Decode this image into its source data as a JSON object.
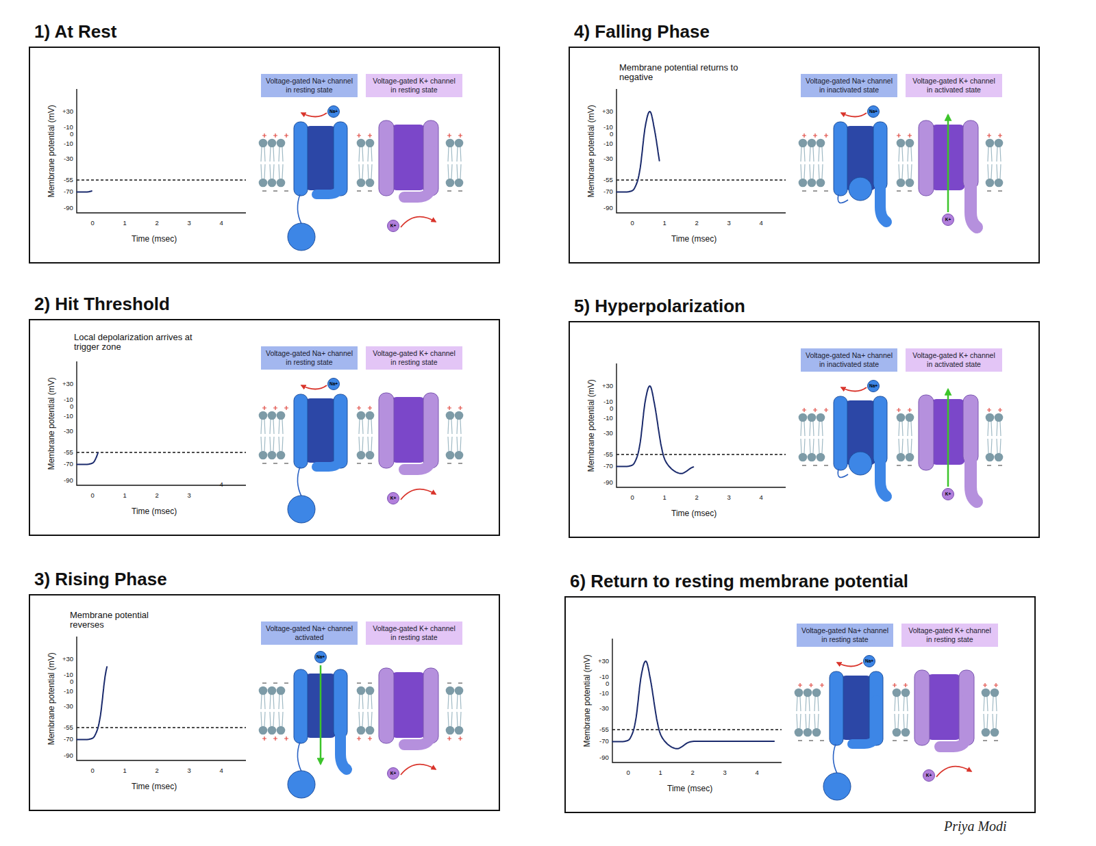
{
  "diagram": {
    "nodes": [
      {
        "text": [
          "1) At Rest"
        ]
      },
      {
        "text": [
          "Voltage-gated Na+ channel in resting state"
        ],
        "in": 0
      },
      {
        "text": [
          "Voltage-gated K+ channel in resting state"
        ],
        "in": 0
      },
      {
        "text": [
          "Na+"
        ],
        "in": 0
      },
      {
        "text": [
          "K+"
        ],
        "in": 0
      },
      {
        "text": [
          "2) Hit Threshold",
          "Local depolarization arrives at trigger zone"
        ]
      },
      {
        "text": [
          "Voltage-gated Na+ channel in resting state"
        ],
        "in": 5
      },
      {
        "text": [
          "Voltage-gated K+ channel in resting state"
        ],
        "in": 5
      },
      {
        "text": [
          "Na+"
        ],
        "in": 5
      },
      {
        "text": [
          "K+"
        ],
        "in": 5
      },
      {
        "text": [
          "3) Rising Phase",
          "Membrane potential reverses"
        ]
      },
      {
        "text": [
          "Voltage-gated Na+ channel activated"
        ],
        "in": 10
      },
      {
        "text": [
          "Voltage-gated K+ channel in resting state"
        ],
        "in": 10
      },
      {
        "text": [
          "Na+"
        ],
        "in": 10
      },
      {
        "text": [
          "K+"
        ],
        "in": 10
      },
      {
        "text": [
          "4) Falling Phase",
          "Membrane potential returns to negative"
        ]
      },
      {
        "text": [
          "Voltage-gated Na+ channel in inactivated state"
        ],
        "in": 15
      },
      {
        "text": [
          "Voltage-gated K+ channel in activated state"
        ],
        "in": 15
      },
      {
        "text": [
          "Na+"
        ],
        "in": 15
      },
      {
        "text": [
          "K+"
        ],
        "in": 15
      },
      {
        "text": [
          "5) Hyperpolarization"
        ]
      },
      {
        "text": [
          "Voltage-gated Na+ channel in inactivated state"
        ],
        "in": 20
      },
      {
        "text": [
          "Voltage-gated K+ channel in activated state"
        ],
        "in": 20
      },
      {
        "text": [
          "Na+"
        ],
        "in": 20
      },
      {
        "text": [
          "K+"
        ],
        "in": 20
      },
      {
        "text": [
          "6) Return to resting membrane potential"
        ]
      },
      {
        "text": [
          "Voltage-gated Na+ channel in resting state"
        ],
        "in": 25
      },
      {
        "text": [
          "Voltage-gated K+ channel in resting state"
        ],
        "in": 25
      },
      {
        "text": [
          "Na+"
        ],
        "in": 25
      },
      {
        "text": [
          "K+"
        ],
        "in": 25
      }
    ],
    "labels": [
      "Membrane potential (mV)",
      "+30",
      "-10",
      "0",
      "-10",
      "-30",
      "-55",
      "-70",
      "-90",
      "0",
      "1",
      "2",
      "3",
      "4",
      "Time (msec)",
      "Membrane potential (mV)",
      "+30",
      "-10",
      "0",
      "-10",
      "-30",
      "-55",
      "-70",
      "-90",
      "0",
      "1",
      "2",
      "3",
      "4",
      "Time (msec)",
      "Membrane potential (mV)",
      "+30",
      "-10",
      "0",
      "-10",
      "-30",
      "-55",
      "-70",
      "-90",
      "0",
      "1",
      "2",
      "3",
      "4",
      "Time (msec)",
      "Membrane potential (mV)",
      "+30",
      "-10",
      "0",
      "-10",
      "-30",
      "-55",
      "-70",
      "-90",
      "0",
      "1",
      "2",
      "3",
      "4",
      "Time (msec)",
      "Membrane potential (mV)",
      "+30",
      "-10",
      "0",
      "-10",
      "-30",
      "-55",
      "-70",
      "-90",
      "0",
      "1",
      "2",
      "3",
      "4",
      "Time (msec)",
      "Membrane potential (mV)",
      "+30",
      "-10",
      "0",
      "-10",
      "-30",
      "-55",
      "-70",
      "-90",
      "0",
      "1",
      "2",
      "3",
      "4",
      "Time (msec)",
      "Priya Modi"
    ]
  }
}
